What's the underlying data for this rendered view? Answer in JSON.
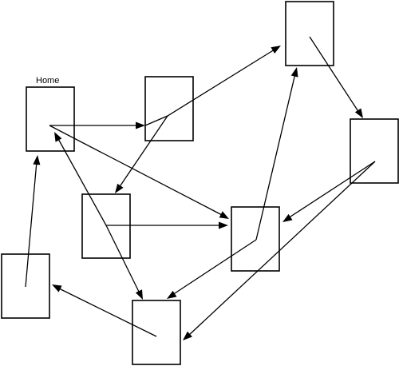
{
  "diagram": {
    "nodes": [
      {
        "id": "home",
        "label": "Home"
      },
      {
        "id": "page-b",
        "label": ""
      },
      {
        "id": "page-c",
        "label": ""
      },
      {
        "id": "page-d",
        "label": ""
      },
      {
        "id": "page-e",
        "label": ""
      },
      {
        "id": "page-f",
        "label": ""
      },
      {
        "id": "page-g",
        "label": ""
      },
      {
        "id": "page-h",
        "label": ""
      }
    ],
    "links": [
      {
        "from": "home",
        "to": "page-b"
      },
      {
        "from": "home",
        "to": "page-e"
      },
      {
        "from": "page-b",
        "to": "page-c"
      },
      {
        "from": "page-b",
        "to": "page-d"
      },
      {
        "from": "page-c",
        "to": "page-f"
      },
      {
        "from": "page-f",
        "to": "page-e"
      },
      {
        "from": "page-f",
        "to": "page-g"
      },
      {
        "from": "page-d",
        "to": "home"
      },
      {
        "from": "page-d",
        "to": "page-e"
      },
      {
        "from": "page-d",
        "to": "page-g"
      },
      {
        "from": "page-e",
        "to": "page-c"
      },
      {
        "from": "page-e",
        "to": "page-g"
      },
      {
        "from": "page-g",
        "to": "page-h"
      },
      {
        "from": "page-h",
        "to": "home"
      }
    ],
    "colors": {
      "stroke": "#000000",
      "background": "#ffffff"
    }
  }
}
